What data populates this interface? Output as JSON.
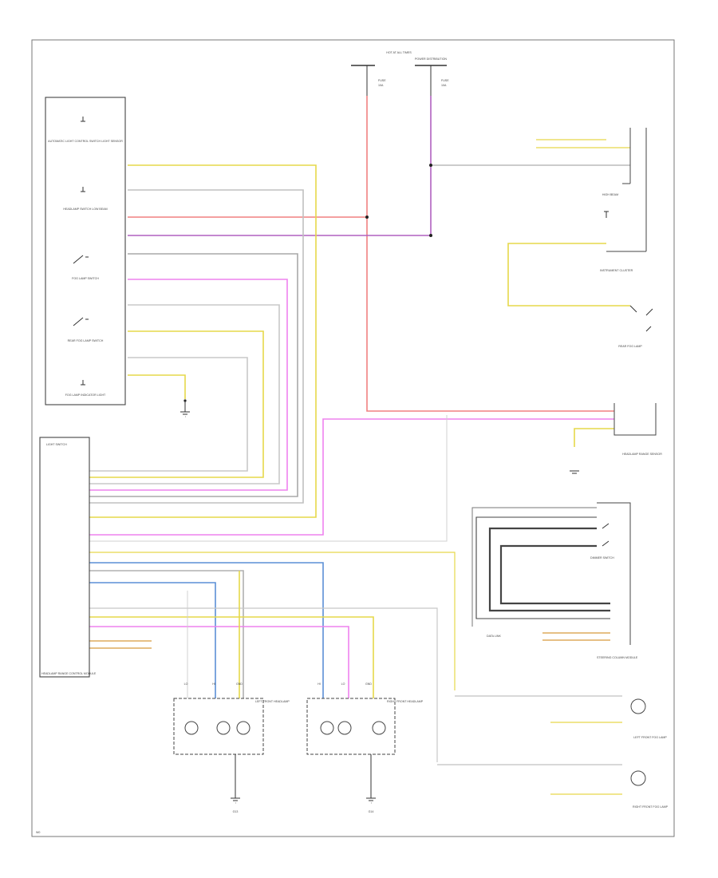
{
  "diagram": {
    "power_header": "HOT AT ALL TIMES",
    "power_box": "POWER DISTRIBUTION",
    "left_fuse": {
      "name": "FUSE",
      "rating": "10A"
    },
    "right_fuse": {
      "name": "FUSE",
      "rating": "10A"
    },
    "switch_panel": {
      "sections": [
        "AUTOMATIC LIGHT CONTROL SWITCH LIGHT SENSOR",
        "HEADLAMP SWITCH LOW BEAM",
        "FOG LAMP SWITCH",
        "REAR FOG LAMP SWITCH",
        "FOG LAMP INDICATOR LIGHT"
      ]
    },
    "light_switch": {
      "label": "LIGHT SWITCH"
    },
    "module": {
      "label": "HEADLAMP RANGE CONTROL MODULE"
    },
    "instrument_cluster": {
      "label": "INSTRUMENT CLUSTER",
      "inner": "HIGH BEAM"
    },
    "rear_fog_lamp": "REAR FOG LAMP",
    "headlamp_sensor": "HEADLAMP RANGE SENSOR",
    "dimmer_switch": "DIMMER SWITCH",
    "steering_column_module": "STEERING COLUMN MODULE",
    "left_headlamp": {
      "label": "LEFT FRONT HEADLAMP",
      "pins": [
        "LO",
        "HI",
        "GND"
      ]
    },
    "right_headlamp": {
      "label": "RIGHT FRONT HEADLAMP",
      "pins": [
        "HI",
        "LO",
        "GND"
      ]
    },
    "left_ground": "G13",
    "right_ground": "G14",
    "left_fog_lamp": "LEFT FRONT FOG LAMP",
    "right_fog_lamp": "RIGHT FRONT FOG LAMP",
    "data_links": "DATA LINK",
    "footer_code": "W0"
  },
  "colors": {
    "red": "#f08080",
    "magenta": "#ee82ee",
    "purple": "#b060c0",
    "yellow": "#e6d84a",
    "blue": "#5b8fd6",
    "gray": "#b8b8b8",
    "dark": "#444444"
  }
}
